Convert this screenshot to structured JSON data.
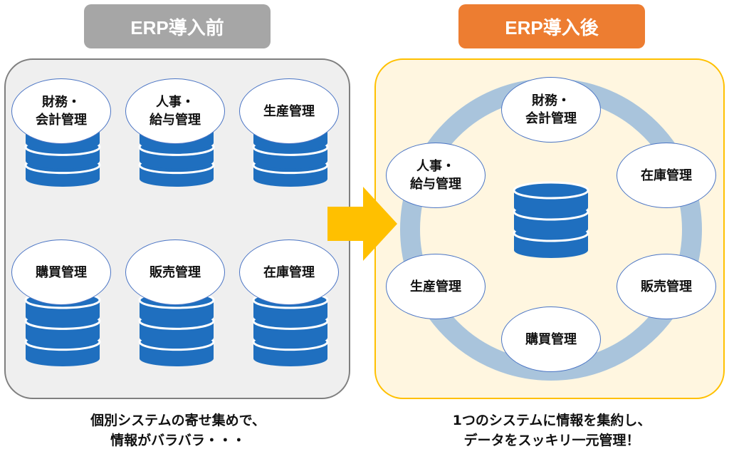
{
  "before": {
    "title": "ERP導入前",
    "modules": [
      "財務・\n会計管理",
      "人事・\n給与管理",
      "生産管理",
      "購買管理",
      "販売管理",
      "在庫管理"
    ],
    "caption": "個別システムの寄せ集めで、\n情報がバラバラ・・・"
  },
  "after": {
    "title": "ERP導入後",
    "modules": [
      "財務・\n会計管理",
      "在庫管理",
      "販売管理",
      "購買管理",
      "生産管理",
      "人事・\n給与管理"
    ],
    "caption": "1つのシステムに情報を集約し、\nデータをスッキリ一元管理！"
  },
  "colors": {
    "before_title_bg": "#a6a6a6",
    "after_title_bg": "#ed7d31",
    "before_panel_bg": "#efefef",
    "after_panel_bg": "#fff6e0",
    "after_panel_border": "#ffc000",
    "arrow": "#ffc000",
    "ring": "#a9c4dc",
    "database": "#1f6fbf"
  },
  "icons": {
    "database": "database-icon",
    "arrow": "right-arrow-icon"
  }
}
